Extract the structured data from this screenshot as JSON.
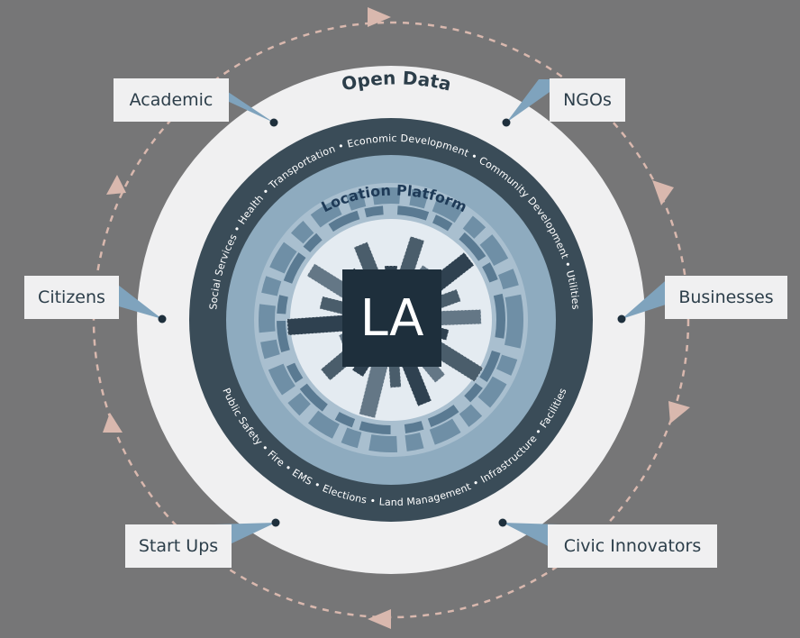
{
  "diagram": {
    "outer_ring_title": "Open Data",
    "inner_ring_title": "Location Platform",
    "center_label": "LA",
    "ring_items": [
      "Social Services",
      "Health",
      "Transportation",
      "Economic Development",
      "Community Development",
      "Utilities",
      "Facilities",
      "Infrastructure",
      "Land Management",
      "Elections",
      "EMS",
      "Fire",
      "Public Safety"
    ],
    "stakeholders": [
      "Academic",
      "NGOs",
      "Citizens",
      "Businesses",
      "Start Ups",
      "Civic Innovators"
    ],
    "colors": {
      "background": "#767677",
      "outer_ring": "#f0f0f1",
      "dark_ring": "#3a4c58",
      "platform_ring": "#8eabbf",
      "center_box": "#1e2f3c",
      "callout": "#7fa3bd",
      "arrow": "#d9b8ae"
    }
  }
}
